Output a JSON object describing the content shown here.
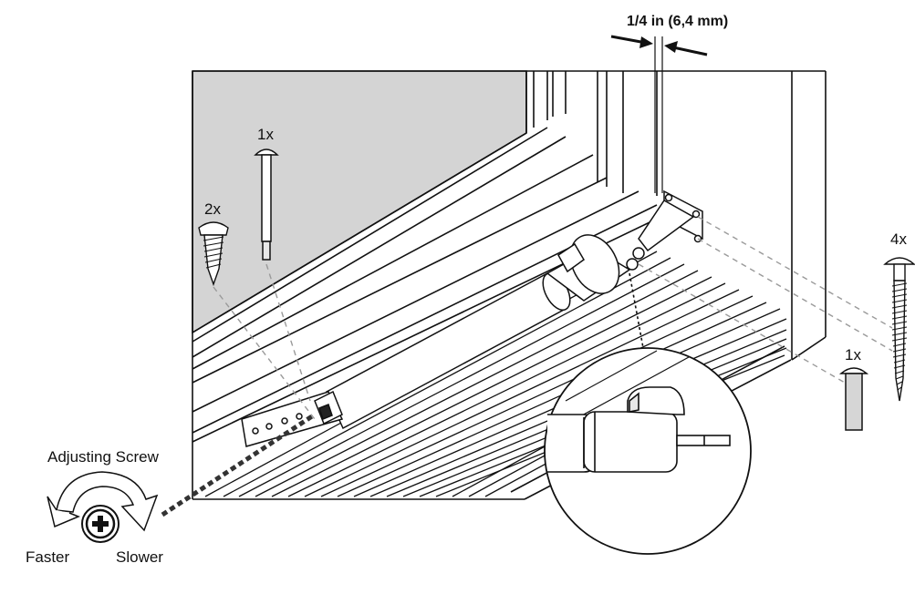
{
  "gap_label": "1/4 in (6,4 mm)",
  "hardware": {
    "pin_top_qty": "1x",
    "screw_short_qty": "2x",
    "screw_long_qty": "4x",
    "pin_right_qty": "1x"
  },
  "adjust": {
    "title": "Adjusting Screw",
    "faster": "Faster",
    "slower": "Slower"
  },
  "colors": {
    "line": "#111111",
    "glass": "#d4d4d4",
    "part_fill": "#ffffff",
    "leader": "#9a9a9a"
  }
}
